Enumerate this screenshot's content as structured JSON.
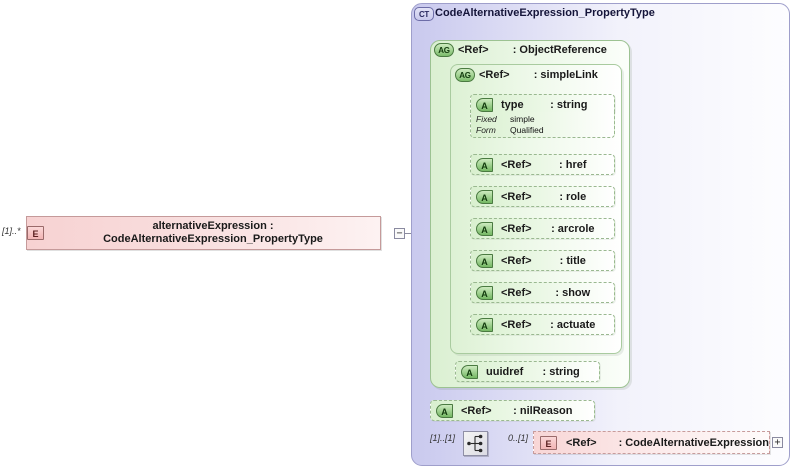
{
  "diagram": {
    "kind": "xsd-schema-diagram",
    "root_element": {
      "badge": "E",
      "cardinality": "[1]..*",
      "label": "alternativeExpression : CodeAlternativeExpression_PropertyType",
      "toggle": "−"
    },
    "complex_type": {
      "badge": "CT",
      "title": "CodeAlternativeExpression_PropertyType"
    },
    "attribute_group_object_reference": {
      "badge": "AG",
      "ref": "<Ref>",
      "name": ": ObjectReference"
    },
    "attribute_group_simple_link": {
      "badge": "AG",
      "ref": "<Ref>",
      "name": ": simpleLink"
    },
    "attributes_simple_link": [
      {
        "badge": "A",
        "name": "type",
        "type": ": string"
      },
      {
        "badge": "A",
        "name": "<Ref>",
        "type": ": href"
      },
      {
        "badge": "A",
        "name": "<Ref>",
        "type": ": role"
      },
      {
        "badge": "A",
        "name": "<Ref>",
        "type": ": arcrole"
      },
      {
        "badge": "A",
        "name": "<Ref>",
        "type": ": title"
      },
      {
        "badge": "A",
        "name": "<Ref>",
        "type": ": show"
      },
      {
        "badge": "A",
        "name": "<Ref>",
        "type": ": actuate"
      }
    ],
    "type_facets": {
      "fixed_key": "Fixed",
      "fixed_value": "simple",
      "form_key": "Form",
      "form_value": "Qualified"
    },
    "attribute_uuidref": {
      "badge": "A",
      "name": "uuidref",
      "type": ": string"
    },
    "attribute_nil_reason": {
      "badge": "A",
      "name": "<Ref>",
      "type": ": nilReason"
    },
    "sequence": {
      "icon": "sequence-compositor-icon",
      "cardinality_left": "[1]..[1]",
      "cardinality_right": "0..[1]"
    },
    "element_reference": {
      "badge": "E",
      "ref": "<Ref>",
      "type": ": CodeAlternativeExpression",
      "toggle": "+"
    }
  },
  "colors": {
    "element_pink": "#f7d2d2",
    "complex_type_lavender": "#c9c9ee",
    "attribute_green": "#d9f0cf",
    "line_gray": "#8b8b9e"
  }
}
